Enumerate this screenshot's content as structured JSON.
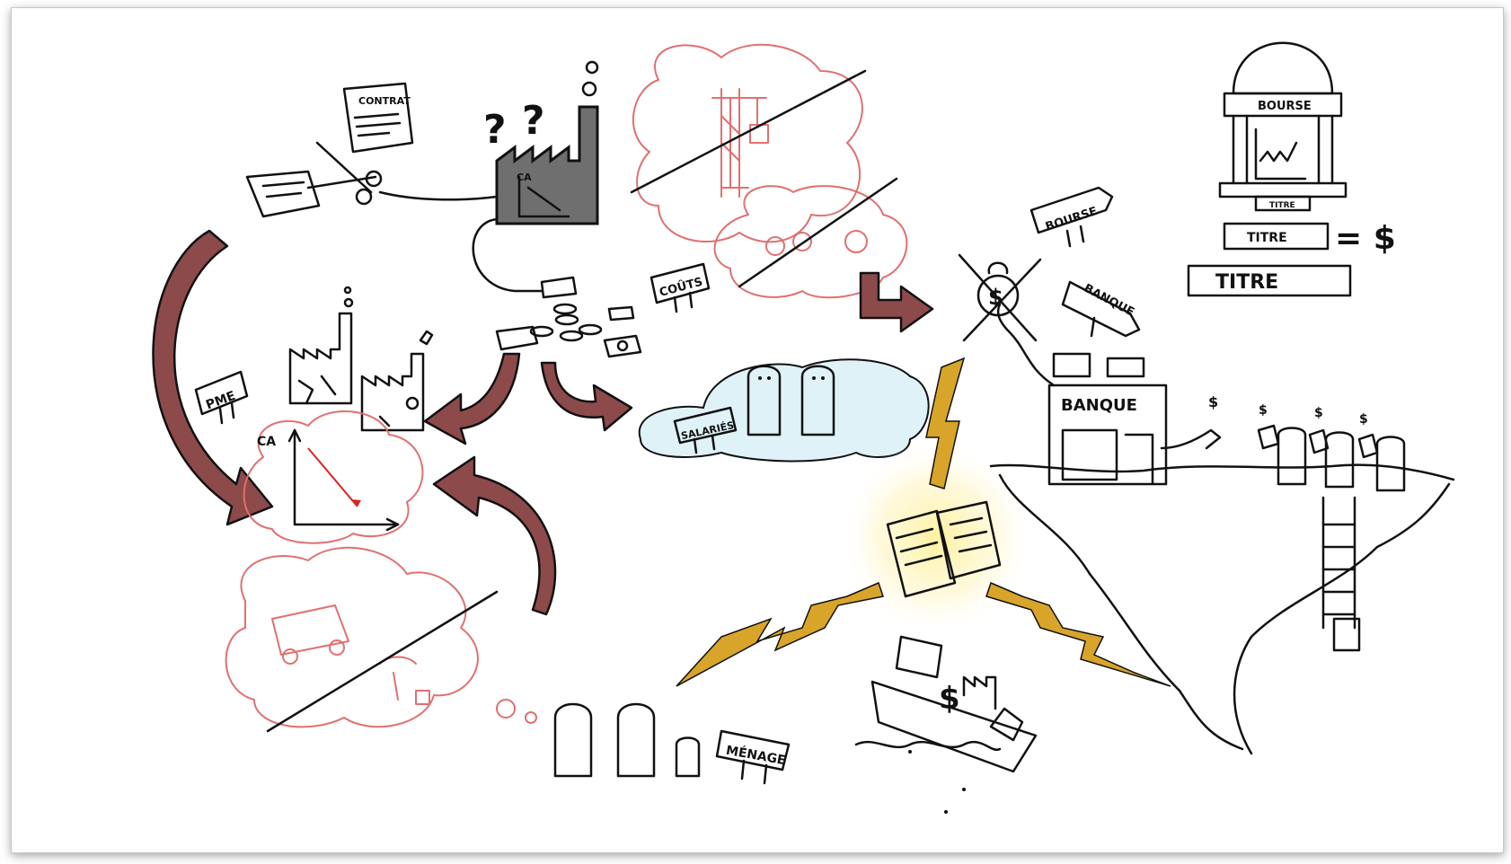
{
  "labels": {
    "contrat": "CONTRAT",
    "ca_factory": "CA",
    "couts": "COÛTS",
    "pme": "PME",
    "ca_chart": "CA",
    "salaries": "SALARIÉS",
    "bourse_sign": "BOURSE",
    "banque_sign": "BANQUE",
    "banque_building": "BANQUE",
    "bourse_building": "BOURSE",
    "titre_small": "TITRE",
    "titre_box": "TITRE",
    "equals_dollar": "= $",
    "titre_large": "TITRE",
    "menage": "MÉNAGE",
    "dollar": "$"
  },
  "colors": {
    "arrow": "#8d4a4a",
    "bolt": "#d8a52a",
    "thought_pink": "#e07070",
    "salaries_cloud": "#dff2f8",
    "glow": "#fff1a0"
  }
}
